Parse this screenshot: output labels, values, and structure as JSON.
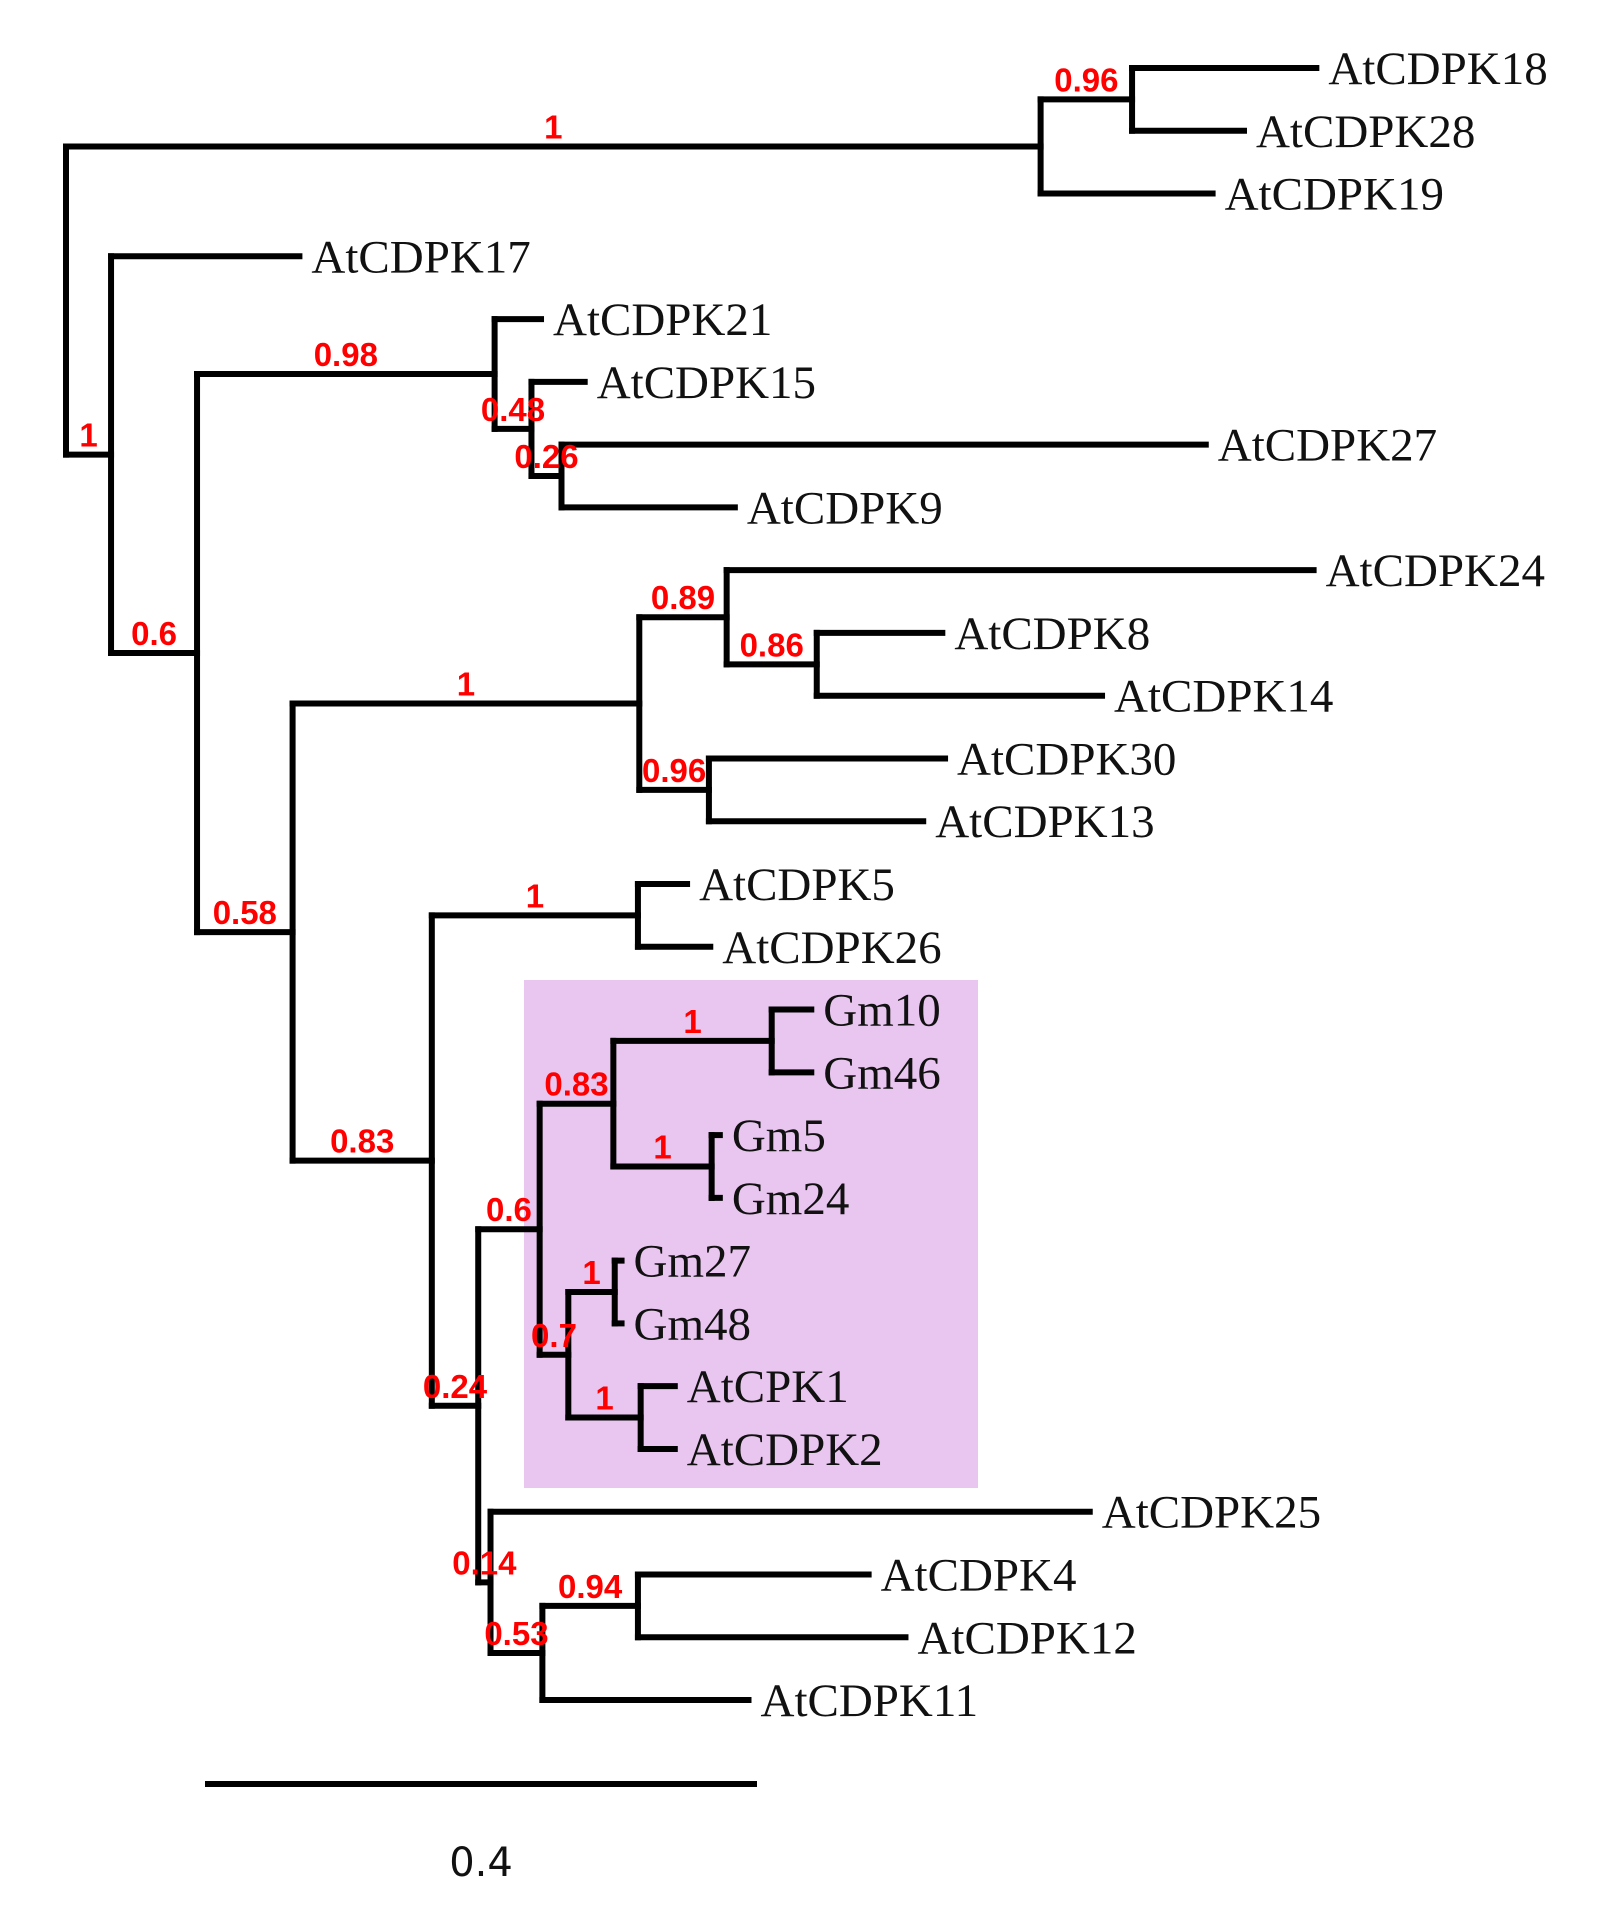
{
  "figure": {
    "type": "phylogenetic-tree",
    "highlight_color": "#E9C6EF",
    "branch_color": "#000000",
    "support_color": "#FF0000",
    "label_color": "#111111",
    "highlighted_clade": [
      "Gm10",
      "Gm46",
      "Gm5",
      "Gm24",
      "Gm27",
      "Gm48",
      "AtCPK1",
      "AtCDPK2"
    ],
    "scale_bar": {
      "length": 0.4,
      "label": "0.4"
    },
    "tree": {
      "id": "root",
      "children": [
        {
          "id": "n-top",
          "bl": 0.714,
          "support": "1",
          "children": [
            {
              "id": "n-18-28",
              "bl": 0.067,
              "support": "0.96",
              "children": [
                {
                  "name": "AtCDPK18",
                  "bl": 0.135
                },
                {
                  "name": "AtCDPK28",
                  "bl": 0.082
                }
              ]
            },
            {
              "name": "AtCDPK19",
              "bl": 0.126
            }
          ]
        },
        {
          "id": "n-left",
          "bl": 0.033,
          "support": "1",
          "children": [
            {
              "name": "AtCDPK17",
              "bl": 0.138
            },
            {
              "id": "n-06",
              "bl": 0.063,
              "support": "0.6",
              "children": [
                {
                  "id": "n-098",
                  "bl": 0.218,
                  "support": "0.98",
                  "children": [
                    {
                      "name": "AtCDPK21",
                      "bl": 0.034
                    },
                    {
                      "id": "n-048",
                      "bl": 0.027,
                      "support": "0.48",
                      "children": [
                        {
                          "name": "AtCDPK15",
                          "bl": 0.039
                        },
                        {
                          "id": "n-026",
                          "bl": 0.022,
                          "support": "0.26",
                          "children": [
                            {
                              "name": "AtCDPK27",
                              "bl": 0.472
                            },
                            {
                              "name": "AtCDPK9",
                              "bl": 0.127
                            }
                          ]
                        }
                      ]
                    }
                  ]
                },
                {
                  "id": "n-058",
                  "bl": 0.07,
                  "support": "0.58",
                  "children": [
                    {
                      "id": "n-1a",
                      "bl": 0.254,
                      "support": "1",
                      "children": [
                        {
                          "id": "n-089",
                          "bl": 0.064,
                          "support": "0.89",
                          "children": [
                            {
                              "name": "AtCDPK24",
                              "bl": 0.43
                            },
                            {
                              "id": "n-086",
                              "bl": 0.066,
                              "support": "0.86",
                              "children": [
                                {
                                  "name": "AtCDPK8",
                                  "bl": 0.092
                                },
                                {
                                  "name": "AtCDPK14",
                                  "bl": 0.209
                                }
                              ]
                            }
                          ]
                        },
                        {
                          "id": "n-096b",
                          "bl": 0.051,
                          "support": "0.96",
                          "children": [
                            {
                              "name": "AtCDPK30",
                              "bl": 0.173
                            },
                            {
                              "name": "AtCDPK13",
                              "bl": 0.157
                            }
                          ]
                        }
                      ]
                    },
                    {
                      "id": "n-083",
                      "bl": 0.102,
                      "support": "0.83",
                      "children": [
                        {
                          "id": "n-1b",
                          "bl": 0.151,
                          "support": "1",
                          "children": [
                            {
                              "name": "AtCDPK5",
                              "bl": 0.036
                            },
                            {
                              "name": "AtCDPK26",
                              "bl": 0.053
                            }
                          ]
                        },
                        {
                          "id": "n-024",
                          "bl": 0.034,
                          "support": "0.24",
                          "children": [
                            {
                              "id": "n-06p",
                              "bl": 0.045,
                              "support": "0.6",
                              "children": [
                                {
                                  "id": "n-083p",
                                  "bl": 0.054,
                                  "support": "0.83",
                                  "children": [
                                    {
                                      "id": "n-1c",
                                      "bl": 0.116,
                                      "support": "1",
                                      "children": [
                                        {
                                          "name": "Gm10",
                                          "bl": 0.029
                                        },
                                        {
                                          "name": "Gm46",
                                          "bl": 0.029
                                        }
                                      ]
                                    },
                                    {
                                      "id": "n-1d",
                                      "bl": 0.072,
                                      "support": "1",
                                      "children": [
                                        {
                                          "name": "Gm5",
                                          "bl": 0.006
                                        },
                                        {
                                          "name": "Gm24",
                                          "bl": 0.006
                                        }
                                      ]
                                    }
                                  ]
                                },
                                {
                                  "id": "n-07",
                                  "bl": 0.021,
                                  "support": "0.7",
                                  "children": [
                                    {
                                      "id": "n-1e",
                                      "bl": 0.034,
                                      "support": "1",
                                      "children": [
                                        {
                                          "name": "Gm27",
                                          "bl": 0.005
                                        },
                                        {
                                          "name": "Gm48",
                                          "bl": 0.005
                                        }
                                      ]
                                    },
                                    {
                                      "id": "n-1f",
                                      "bl": 0.053,
                                      "support": "1",
                                      "children": [
                                        {
                                          "name": "AtCPK1",
                                          "bl": 0.025
                                        },
                                        {
                                          "name": "AtCDPK2",
                                          "bl": 0.025
                                        }
                                      ]
                                    }
                                  ]
                                }
                              ]
                            },
                            {
                              "id": "n-014",
                              "bl": 0.009,
                              "support": "0.14",
                              "children": [
                                {
                                  "name": "AtCDPK25",
                                  "bl": 0.439
                                },
                                {
                                  "id": "n-053",
                                  "bl": 0.038,
                                  "support": "0.53",
                                  "children": [
                                    {
                                      "id": "n-094",
                                      "bl": 0.07,
                                      "support": "0.94",
                                      "children": [
                                        {
                                          "name": "AtCDPK4",
                                          "bl": 0.169
                                        },
                                        {
                                          "name": "AtCDPK12",
                                          "bl": 0.196
                                        }
                                      ]
                                    },
                                    {
                                      "name": "AtCDPK11",
                                      "bl": 0.151
                                    }
                                  ]
                                }
                              ]
                            }
                          ]
                        }
                      ]
                    }
                  ]
                }
              ]
            }
          ]
        }
      ]
    }
  }
}
